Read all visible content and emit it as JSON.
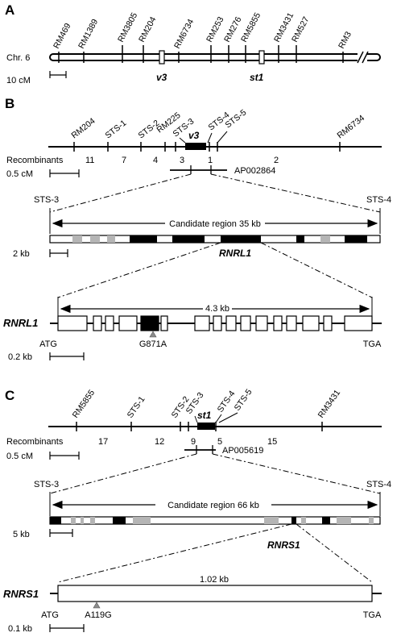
{
  "panels": {
    "A": {
      "letter": "A",
      "chrom": "Chr. 6",
      "markers": [
        "RM469",
        "RM1389",
        "RM3805",
        "RM204",
        "RM6734",
        "RM253",
        "RM276",
        "RM5855",
        "RM3431",
        "RM527",
        "RM3"
      ],
      "genes": [
        "v3",
        "st1"
      ],
      "scale": "10 cM"
    },
    "B": {
      "letter": "B",
      "markers": [
        "RM204",
        "STS-1",
        "STS-2",
        "RM225",
        "STS-3",
        "STS-4",
        "STS-5",
        "RM6734"
      ],
      "gene_on_map": "v3",
      "recombinants_label": "Recombinants",
      "recombinants": [
        "11",
        "7",
        "4",
        "3",
        "1",
        "2"
      ],
      "scale_cm": "0.5 cM",
      "bac": "AP002864",
      "left_marker": "STS-3",
      "right_marker": "STS-4",
      "candidate": "Candidate region 35 kb",
      "scale_kb": "2 kb",
      "gene": "RNRL1",
      "gene_label": "RNRL1",
      "gene_length": "4.3 kb",
      "start": "ATG",
      "stop": "TGA",
      "mutation": "G871A",
      "scale_gene": "0.2 kb"
    },
    "C": {
      "letter": "C",
      "markers": [
        "RM5855",
        "STS-1",
        "STS-2",
        "STS-3",
        "STS-4",
        "STS-5",
        "RM3431"
      ],
      "gene_on_map": "st1",
      "recombinants_label": "Recombinants",
      "recombinants": [
        "17",
        "12",
        "9",
        "5",
        "15"
      ],
      "scale_cm": "0.5 cM",
      "bac": "AP005619",
      "left_marker": "STS-3",
      "right_marker": "STS-4",
      "candidate": "Candidate region  66 kb",
      "scale_kb": "5 kb",
      "gene": "RNRS1",
      "gene_label": "RNRS1",
      "gene_length": "1.02 kb",
      "start": "ATG",
      "stop": "TGA",
      "mutation": "A119G",
      "scale_gene": "0.1 kb"
    }
  }
}
